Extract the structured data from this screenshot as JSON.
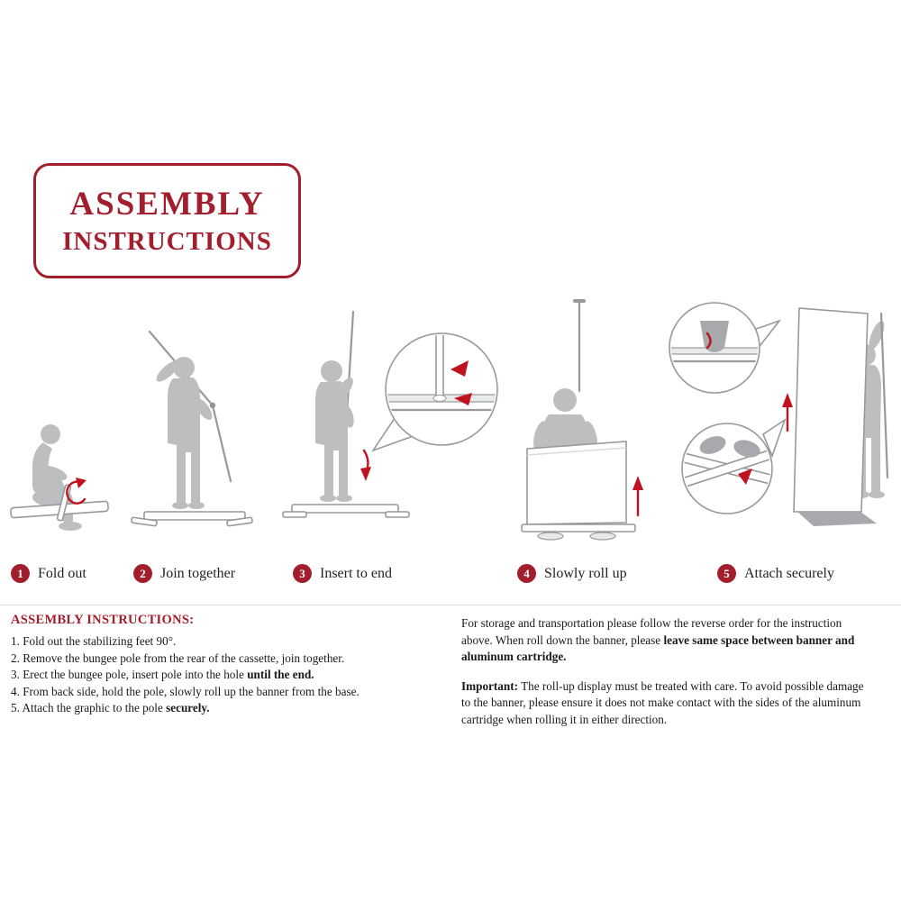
{
  "colors": {
    "accent": "#A21E2C",
    "arrow": "#C1121F",
    "silhouette": "#BCBEC0",
    "text": "#1A1A1A",
    "divider": "#D9D9D9"
  },
  "title": {
    "line1": "ASSEMBLY",
    "line2": "INSTRUCTIONS"
  },
  "steps": [
    {
      "number": "1",
      "label": "Fold out"
    },
    {
      "number": "2",
      "label": "Join together"
    },
    {
      "number": "3",
      "label": "Insert to end"
    },
    {
      "number": "4",
      "label": "Slowly roll up"
    },
    {
      "number": "5",
      "label": "Attach securely"
    }
  ],
  "instructions": {
    "heading": "ASSEMBLY INSTRUCTIONS:",
    "items": [
      {
        "text": "1. Fold out the stabilizing feet 90°.",
        "bold": ""
      },
      {
        "text": "2. Remove the bungee pole from the rear of the cassette, join together.",
        "bold": ""
      },
      {
        "text": "3. Erect the bungee pole, insert pole into the hole ",
        "bold": "until the end."
      },
      {
        "text": "4. From back side, hold the pole, slowly roll up the banner from the base.",
        "bold": ""
      },
      {
        "text": "5. Attach the graphic to the pole ",
        "bold": "securely."
      }
    ]
  },
  "notes": {
    "storage_text": "For storage and transportation please follow the reverse order for the instruction above. When roll down the banner, please ",
    "storage_bold": "leave same space between banner and aluminum cartridge.",
    "important_label": "Important:",
    "important_text": " The roll-up display must be treated with care. To avoid possible damage to the banner, please ensure it does not make contact with the sides of the aluminum cartridge when rolling it in either direction."
  }
}
